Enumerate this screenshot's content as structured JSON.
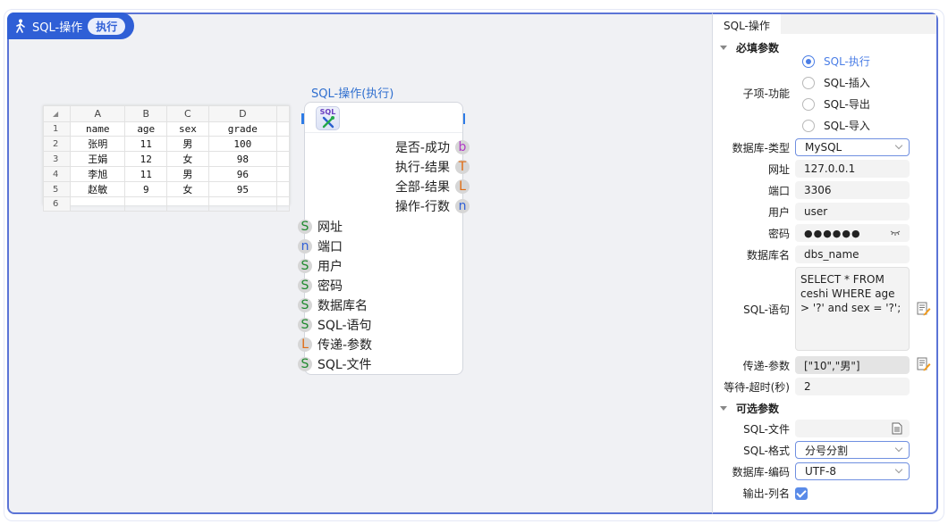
{
  "header": {
    "title": "SQL-操作",
    "badge": "执行",
    "icon": "walking-person-icon"
  },
  "spreadsheet": {
    "corner": "◢",
    "columns": [
      "A",
      "B",
      "C",
      "D"
    ],
    "row_numbers": [
      "1",
      "2",
      "3",
      "4",
      "5",
      "6"
    ],
    "rows": [
      [
        "name",
        "age",
        "sex",
        "grade"
      ],
      [
        "张明",
        "11",
        "男",
        "100"
      ],
      [
        "王娟",
        "12",
        "女",
        "98"
      ],
      [
        "李旭",
        "11",
        "男",
        "96"
      ],
      [
        "赵敏",
        "9",
        "女",
        "95"
      ],
      [
        "",
        "",
        "",
        ""
      ]
    ]
  },
  "node": {
    "title": "SQL-操作(执行)",
    "icon_text": "SQL",
    "outputs": [
      {
        "label": "是否-成功",
        "type": "b",
        "color": "#b03bc6"
      },
      {
        "label": "执行-结果",
        "type": "T",
        "color": "#e06a10"
      },
      {
        "label": "全部-结果",
        "type": "L",
        "color": "#e06a10"
      },
      {
        "label": "操作-行数",
        "type": "n",
        "color": "#2f5fd6"
      }
    ],
    "inputs": [
      {
        "label": "网址",
        "type": "S",
        "color": "#1f8a2e"
      },
      {
        "label": "端口",
        "type": "n",
        "color": "#2f5fd6"
      },
      {
        "label": "用户",
        "type": "S",
        "color": "#1f8a2e"
      },
      {
        "label": "密码",
        "type": "S",
        "color": "#1f8a2e"
      },
      {
        "label": "数据库名",
        "type": "S",
        "color": "#1f8a2e"
      },
      {
        "label": "SQL-语句",
        "type": "S",
        "color": "#1f8a2e"
      },
      {
        "label": "传递-参数",
        "type": "L",
        "color": "#e06a10"
      },
      {
        "label": "SQL-文件",
        "type": "S",
        "color": "#1f8a2e"
      }
    ]
  },
  "panel": {
    "tab": "SQL-操作",
    "required_section": "必填参数",
    "optional_section": "可选参数",
    "function_label": "子项-功能",
    "function_options": [
      {
        "label": "SQL-执行",
        "selected": true
      },
      {
        "label": "SQL-插入",
        "selected": false
      },
      {
        "label": "SQL-导出",
        "selected": false
      },
      {
        "label": "SQL-导入",
        "selected": false
      }
    ],
    "db_type": {
      "label": "数据库-类型",
      "value": "MySQL"
    },
    "url": {
      "label": "网址",
      "value": "127.0.0.1"
    },
    "port": {
      "label": "端口",
      "value": "3306"
    },
    "user": {
      "label": "用户",
      "value": "user"
    },
    "password": {
      "label": "密码",
      "value": "●●●●●●"
    },
    "db_name": {
      "label": "数据库名",
      "value": "dbs_name"
    },
    "sql": {
      "label": "SQL-语句",
      "value": "SELECT * FROM ceshi  WHERE age > '?' and sex = '?';"
    },
    "params": {
      "label": "传递-参数",
      "value": "[\"10\",\"男\"]"
    },
    "timeout": {
      "label": "等待-超时(秒)",
      "value": "2"
    },
    "sql_file": {
      "label": "SQL-文件",
      "value": ""
    },
    "sql_format": {
      "label": "SQL-格式",
      "value": "分号分割"
    },
    "encoding": {
      "label": "数据库-编码",
      "value": "UTF-8"
    },
    "output_columns": {
      "label": "输出-列名",
      "checked": true
    }
  },
  "colors": {
    "accent": "#2f5fd6",
    "frame_border": "#5b74d6",
    "canvas_bg": "#f0f1f4",
    "radio_selected": "#4b7ee6"
  }
}
